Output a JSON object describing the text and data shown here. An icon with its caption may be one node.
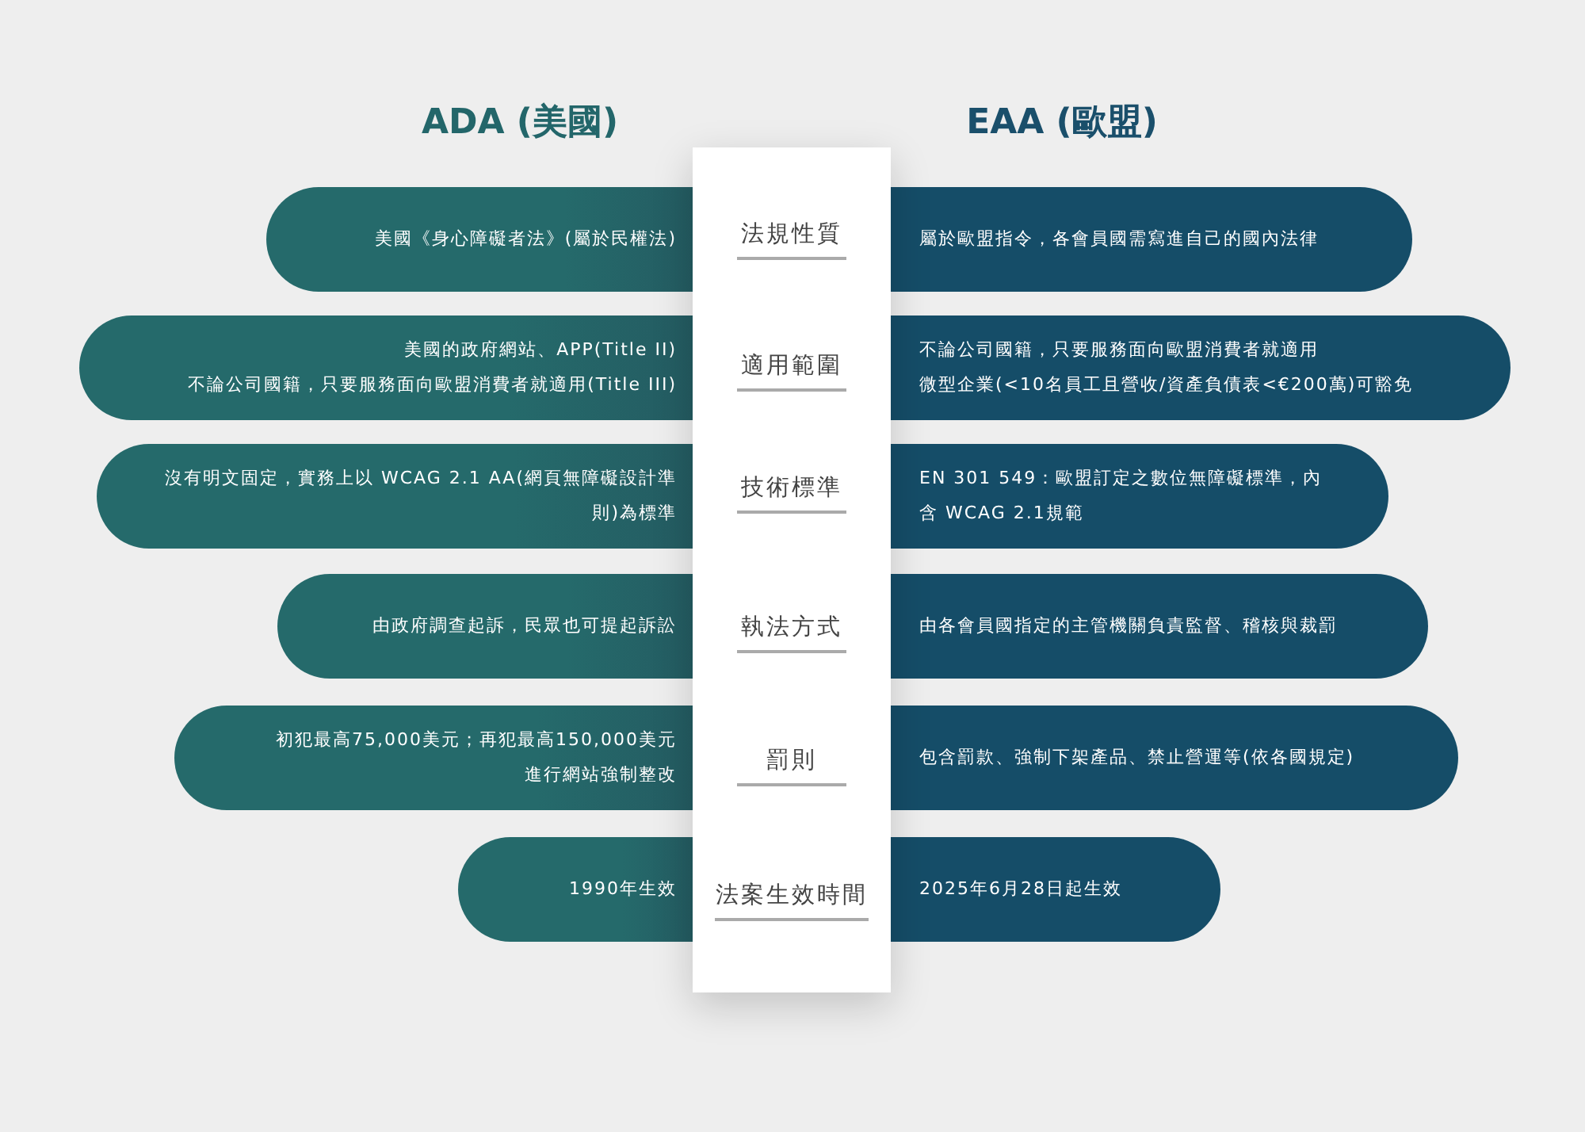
{
  "diagram": {
    "nodes": [
      {
        "text": [],
        "shape": "box"
      },
      {
        "text": [
          "美國《身心障礙者法》(屬於民權法)"
        ]
      },
      {
        "text": [
          "法規性質"
        ],
        "in": 0
      },
      {
        "text": [
          "屬於歐盟指令，各會員國需寫進自己的國內法律"
        ]
      },
      {
        "text": [
          "美國的政府網站、APP(Title II)",
          "不論公司國籍，只要服務面向歐盟消費者就適用(Title III)"
        ]
      },
      {
        "text": [
          "適用範圍"
        ],
        "in": 0
      },
      {
        "text": [
          "不論公司國籍，只要服務面向歐盟消費者就適用",
          "微型企業(<10名員工且營收/資產負債表<€200萬)可豁免"
        ]
      },
      {
        "text": [
          "沒有明文固定，實務上以 WCAG 2.1 AA(網頁無障礙設計準則)為標準"
        ]
      },
      {
        "text": [
          "技術標準"
        ],
        "in": 0
      },
      {
        "text": [
          "EN 301 549：歐盟訂定之數位無障礙標準，內含 WCAG 2.1規範"
        ]
      },
      {
        "text": [
          "由政府調查起訴，民眾也可提起訴訟"
        ]
      },
      {
        "text": [
          "執法方式"
        ],
        "in": 0
      },
      {
        "text": [
          "由各會員國指定的主管機關負責監督、稽核與裁罰"
        ]
      },
      {
        "text": [
          "初犯最高75,000美元；再犯最高150,000美元",
          "進行網站強制整改"
        ]
      },
      {
        "text": [
          "罰則"
        ],
        "in": 0
      },
      {
        "text": [
          "包含罰款、強制下架產品、禁止營運等(依各國規定)"
        ]
      },
      {
        "text": [
          "1990年生效"
        ]
      },
      {
        "text": [
          "法案生效時間"
        ],
        "in": 0
      },
      {
        "text": [
          "2025年6月28日起生效"
        ]
      }
    ],
    "edges": [],
    "labels": [
      "ADA (美國)",
      "EAA (歐盟)"
    ]
  }
}
